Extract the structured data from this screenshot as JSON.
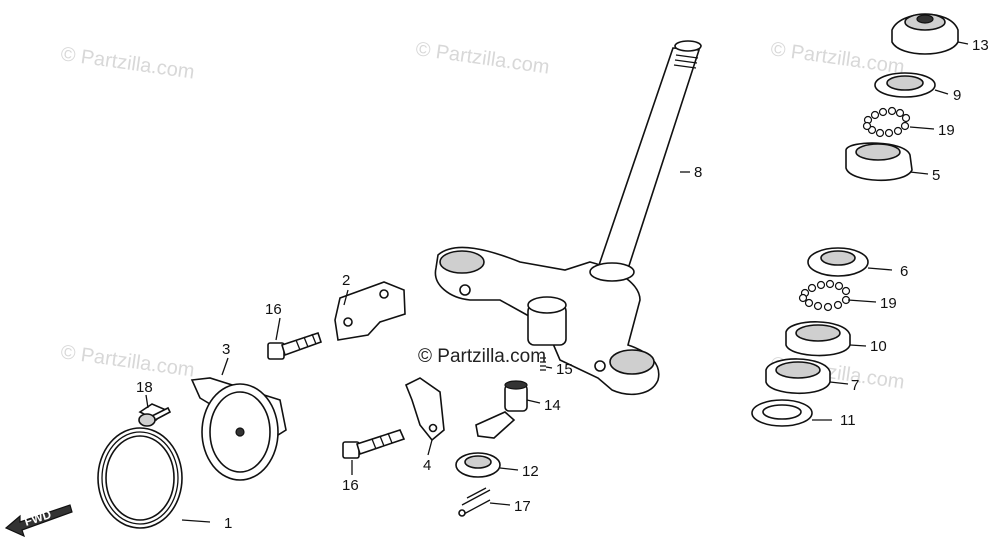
{
  "watermarks": [
    "© Partzilla.com",
    "© Partzilla.com",
    "© Partzilla.com",
    "© Partzilla.com",
    "© Partzilla.com",
    "© Partzilla.com"
  ],
  "center_watermark": "© Partzilla.com",
  "fwd_label": "FWD",
  "callouts": {
    "c1": "1",
    "c2": "2",
    "c3": "3",
    "c4": "4",
    "c5": "5",
    "c6": "6",
    "c7": "7",
    "c8": "8",
    "c9": "9",
    "c10": "10",
    "c11": "11",
    "c12": "12",
    "c13": "13",
    "c14": "14",
    "c15": "15",
    "c16a": "16",
    "c16b": "16",
    "c17": "17",
    "c18": "18",
    "c19a": "19",
    "c19b": "19"
  }
}
